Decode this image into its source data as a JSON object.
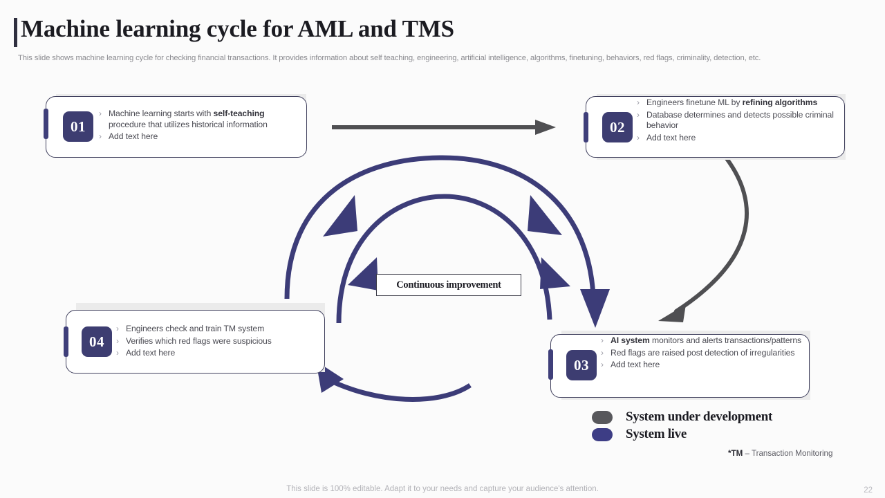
{
  "header": {
    "title": "Machine learning cycle for AML and TMS",
    "subtitle": "This slide shows machine learning cycle for checking financial transactions. It provides information about self teaching, engineering, artificial intelligence, algorithms, finetuning, behaviors, red flags, criminality, detection, etc."
  },
  "colors": {
    "accent_blue": "#3d3d71",
    "cycle_blue": "#3c3c78",
    "gray_arrow": "#4f4f52",
    "card_shadow": "#ebebeb",
    "card_border": "#3f3f5c"
  },
  "steps": [
    {
      "number": "01",
      "bullets": [
        {
          "pre": "Machine learning starts with ",
          "bold": "self-teaching",
          "post": " procedure that utilizes historical information"
        },
        {
          "pre": "Add text here",
          "bold": "",
          "post": ""
        }
      ]
    },
    {
      "number": "02",
      "bullets": [
        {
          "pre": "Engineers finetune ML by ",
          "bold": "refining algorithms",
          "post": ""
        },
        {
          "pre": "Database determines and detects possible criminal behavior",
          "bold": "",
          "post": ""
        },
        {
          "pre": "Add text here",
          "bold": "",
          "post": ""
        }
      ]
    },
    {
      "number": "03",
      "bullets": [
        {
          "pre": "",
          "bold": "AI system",
          "post": " monitors and alerts transactions/patterns"
        },
        {
          "pre": "Red flags are raised post detection of irregularities",
          "bold": "",
          "post": ""
        },
        {
          "pre": "Add text here",
          "bold": "",
          "post": ""
        }
      ]
    },
    {
      "number": "04",
      "bullets": [
        {
          "pre": "Engineers check and train TM system",
          "bold": "",
          "post": ""
        },
        {
          "pre": "Verifies which red flags were suspicious",
          "bold": "",
          "post": ""
        },
        {
          "pre": "Add text here",
          "bold": "",
          "post": ""
        }
      ]
    }
  ],
  "center_label": "Continuous improvement",
  "legend": {
    "items": [
      {
        "label": "System under development",
        "color": "#58585c"
      },
      {
        "label": "System live",
        "color": "#3d3d85"
      }
    ],
    "note_bold": "*TM",
    "note_rest": " – Transaction Monitoring"
  },
  "footer": {
    "note": "This slide is 100% editable. Adapt it to your needs and capture your audience's attention.",
    "page_number": "22"
  },
  "bullet_marker": "›"
}
